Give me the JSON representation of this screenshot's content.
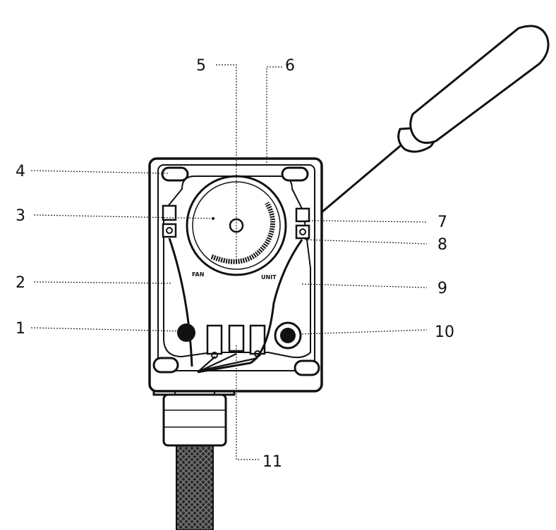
{
  "callouts": {
    "c1": "1",
    "c2": "2",
    "c3": "3",
    "c4": "4",
    "c5": "5",
    "c6": "6",
    "c7": "7",
    "c8": "8",
    "c9": "9",
    "c10": "10",
    "c11": "11"
  },
  "dial_labels": {
    "left": "FAN",
    "right": "UNIT"
  }
}
